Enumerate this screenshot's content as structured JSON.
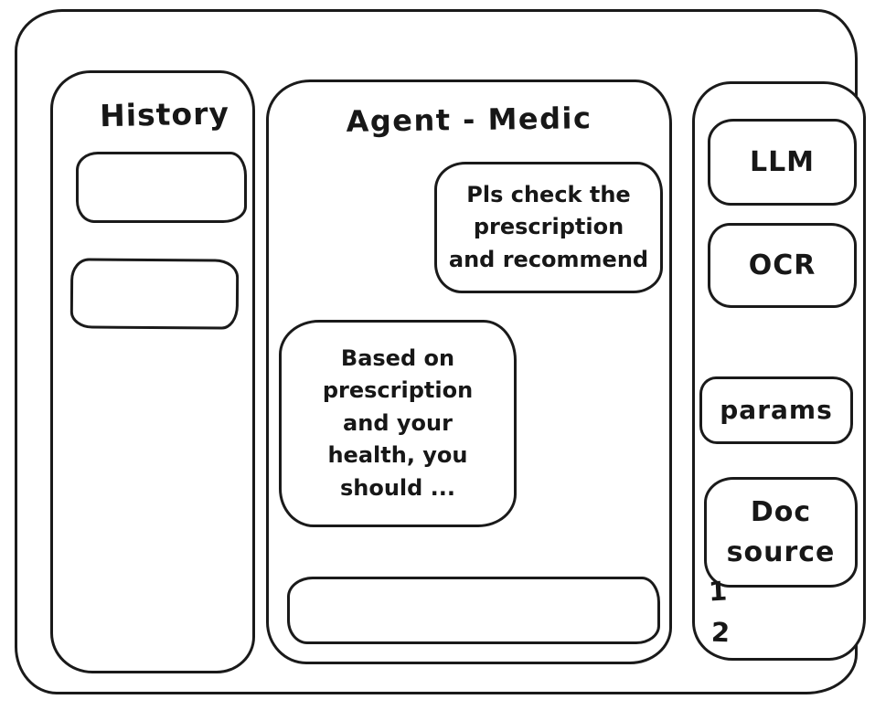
{
  "colors": {
    "ink": "#1a1a1a",
    "background": "#ffffff"
  },
  "sidebar_left": {
    "title": "History"
  },
  "chat": {
    "title": "Agent - Medic",
    "messages": [
      {
        "role": "user",
        "text": "Pls check the\nprescription\nand recommend"
      },
      {
        "role": "assistant",
        "text": "Based on\nprescription\nand your\nhealth, you\nshould ..."
      }
    ],
    "input": {
      "value": "",
      "placeholder": ""
    }
  },
  "sidebar_right": {
    "buttons": [
      {
        "label": "LLM"
      },
      {
        "label": "OCR"
      },
      {
        "label": "params"
      },
      {
        "label": "Doc\nsource"
      }
    ],
    "doc_source_items": [
      "1",
      "2"
    ]
  }
}
